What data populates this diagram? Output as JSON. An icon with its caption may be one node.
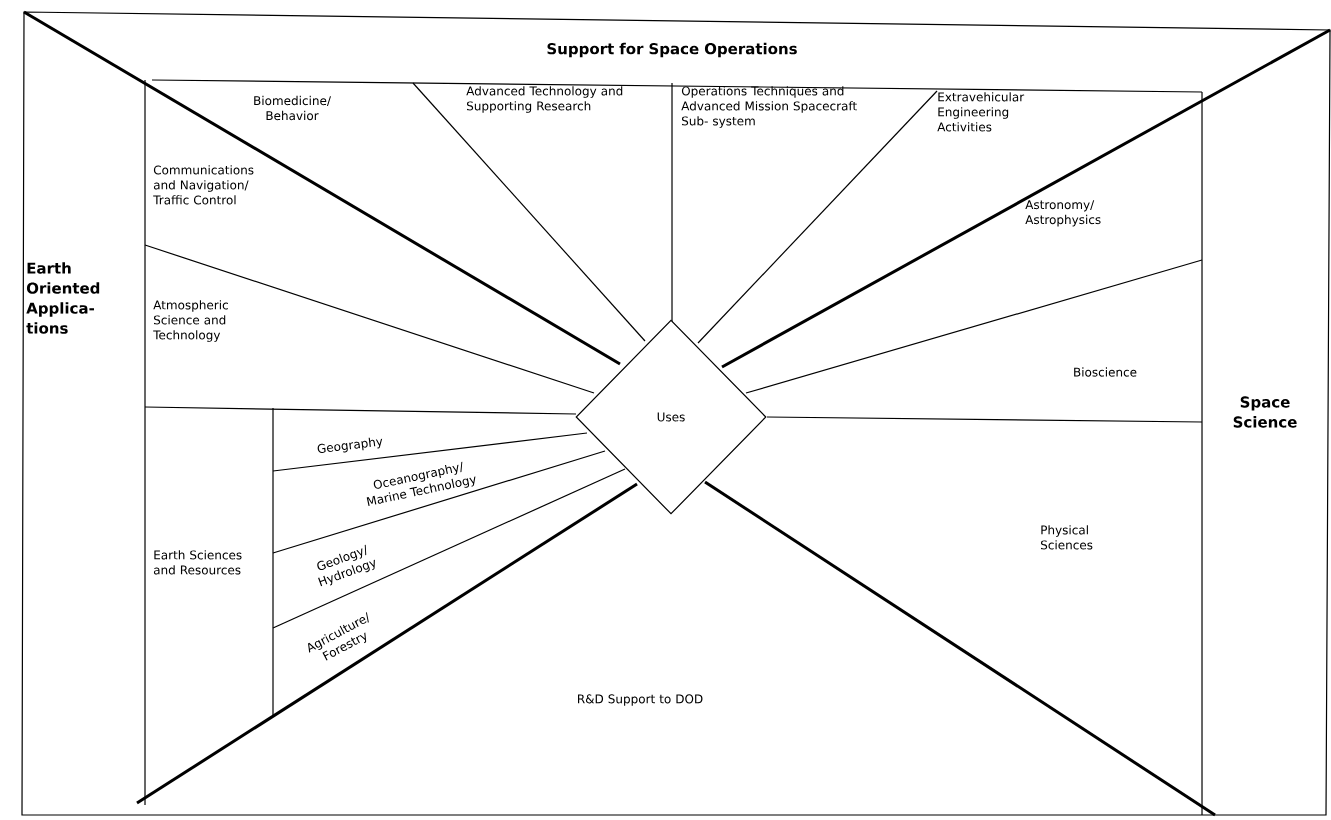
{
  "diagram": {
    "nodes": [
      {
        "text": [
          "Support for Space Operations"
        ]
      },
      {
        "text": [
          "Earth Oriented Applica- tions"
        ]
      },
      {
        "text": [
          "Space Science"
        ]
      },
      {
        "text": [
          "Biomedicine/ Behavior"
        ]
      },
      {
        "text": [
          "Advanced Technology and Supporting Research"
        ]
      },
      {
        "text": [
          "Operations Techniques and Advanced Mission Spacecraft Sub- system"
        ]
      },
      {
        "text": [
          "Extravehicular Engineering Activities"
        ]
      },
      {
        "text": [
          "Communications and Navigation/ Traffic Control"
        ]
      },
      {
        "text": [
          "Astronomy/ Astrophysics"
        ]
      },
      {
        "text": [
          "Atmospheric Science and Technology"
        ]
      },
      {
        "text": [
          "Bioscience"
        ]
      },
      {
        "text": [
          "Uses"
        ]
      },
      {
        "text": [
          "Geography"
        ]
      },
      {
        "text": [
          "Oceanography/ Marine Technology"
        ]
      },
      {
        "text": [
          "Earth Sciences and Resources"
        ]
      },
      {
        "text": [
          "Physical Sciences"
        ]
      },
      {
        "text": [
          "Geology/ Hydrology"
        ]
      },
      {
        "text": [
          "Agriculture/ Forestry"
        ]
      },
      {
        "text": [
          "R&D Support to DOD"
        ]
      }
    ]
  }
}
